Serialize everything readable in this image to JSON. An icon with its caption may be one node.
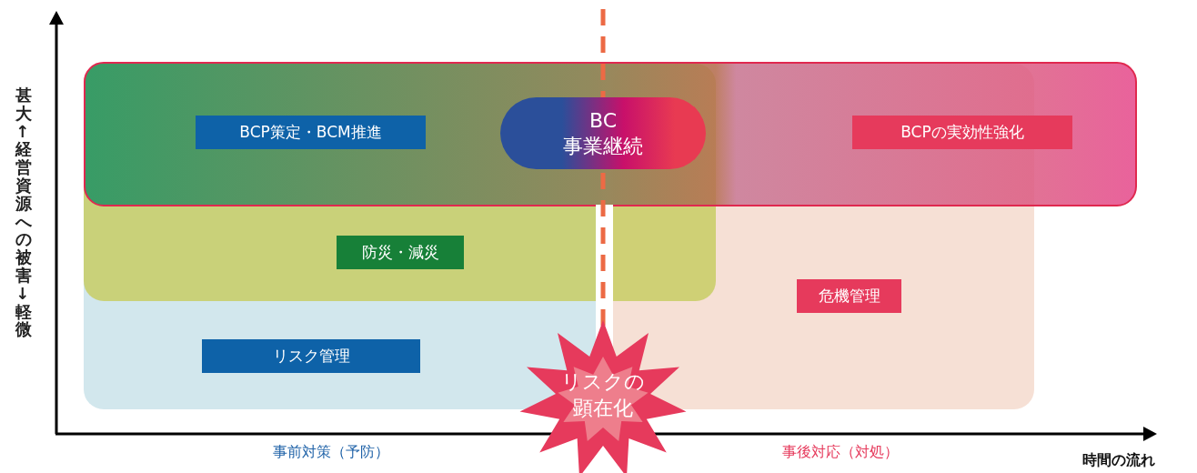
{
  "diagram": {
    "nodes": [
      {
        "text": [
          "BCP策定・BCM推進"
        ]
      },
      {
        "text": [
          "BC",
          "事業継続"
        ]
      },
      {
        "text": [
          "BCPの実効性強化"
        ]
      },
      {
        "text": [
          "防災・減災"
        ]
      },
      {
        "text": [
          "危機管理"
        ]
      },
      {
        "text": [
          "リスク管理"
        ]
      },
      {
        "text": [
          "リスクの",
          "顕在化"
        ]
      }
    ],
    "labels": [
      "甚大↑経営資源への被害↓軽微",
      "事前対策（予防）",
      "事後対応（対処）",
      "時間の流れ"
    ]
  }
}
